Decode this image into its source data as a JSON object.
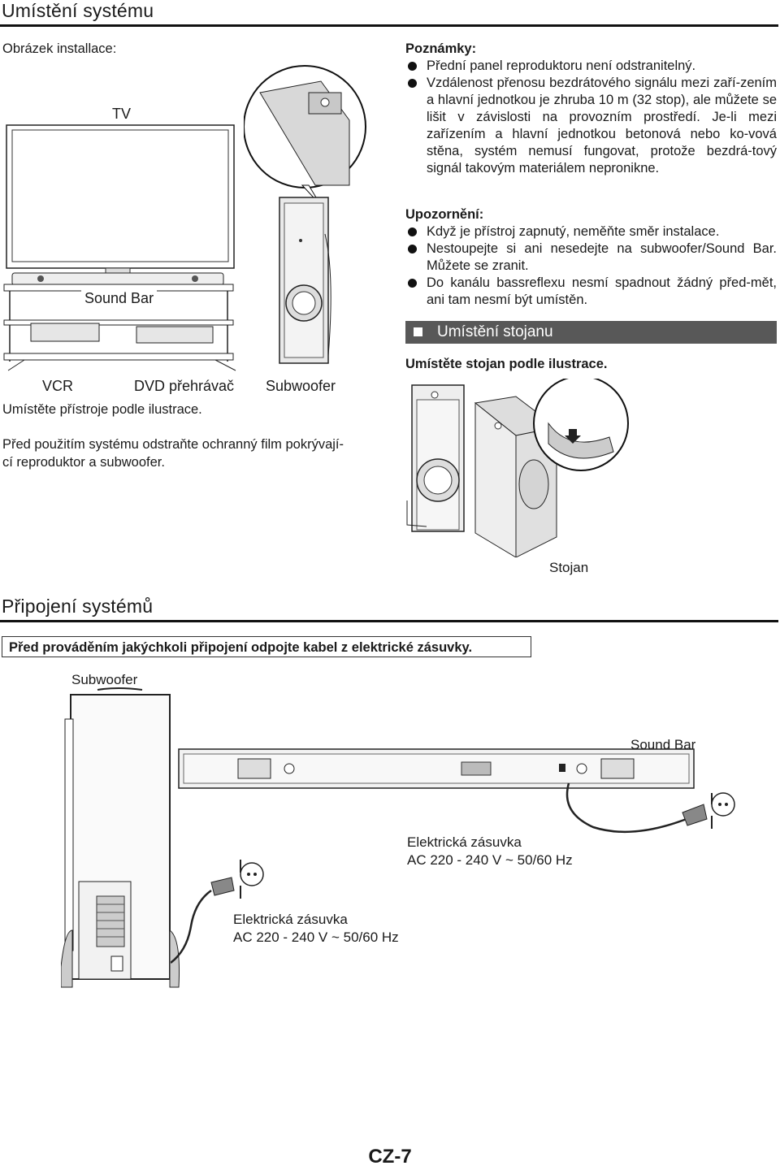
{
  "section1": {
    "title": "Umístění systému",
    "install_label": "Obrázek installace:",
    "tv_label": "TV",
    "soundbar_label": "Sound Bar",
    "vcr_label": "VCR",
    "dvd_label": "DVD přehrávač",
    "subwoofer_label": "Subwoofer",
    "place_devices": "Umístěte přístroje podle ilustrace.",
    "remove_film_line1": "Před použitím systému odstraňte ochranný film pokrývají-",
    "remove_film_line2": "cí reproduktor a subwoofer."
  },
  "notes": {
    "heading": "Poznámky:",
    "items": [
      "Přední panel reproduktoru není odstranitelný.",
      "Vzdálenost přenosu bezdrátového signálu mezi zaří-zením a hlavní jednotkou je zhruba 10 m (32 stop), ale můžete se lišit v závislosti na provozním prostředí. Je-li mezi zařízením a hlavní jednotkou betonová nebo ko-vová stěna, systém nemusí fungovat, protože bezdrá-tový signál takovým materiálem nepronikne."
    ]
  },
  "caution": {
    "heading": "Upozornění:",
    "items": [
      "Když je přístroj zapnutý, neměňte směr instalace.",
      "Nestoupejte si ani nesedejte na subwoofer/Sound Bar. Můžete se zranit.",
      "Do kanálu bassreflexu nesmí spadnout žádný před-mět, ani tam nesmí být umístěn."
    ]
  },
  "stand": {
    "heading": "Umístění stojanu",
    "instruction": "Umístěte stojan podle ilustrace.",
    "stand_label": "Stojan"
  },
  "section2": {
    "title": "Připojení systémů",
    "warning": "Před prováděním jakýchkoli připojení odpojte kabel z elektrické zásuvky.",
    "subwoofer_label": "Subwoofer",
    "soundbar_label": "Sound Bar",
    "outlet_right_line1": "Elektrická zásuvka",
    "outlet_right_line2": "AC 220 - 240 V ~ 50/60 Hz",
    "outlet_left_line1": "Elektrická zásuvka",
    "outlet_left_line2": "AC 220 - 240 V ~ 50/60 Hz"
  },
  "footer": {
    "page_number": "CZ-7"
  }
}
